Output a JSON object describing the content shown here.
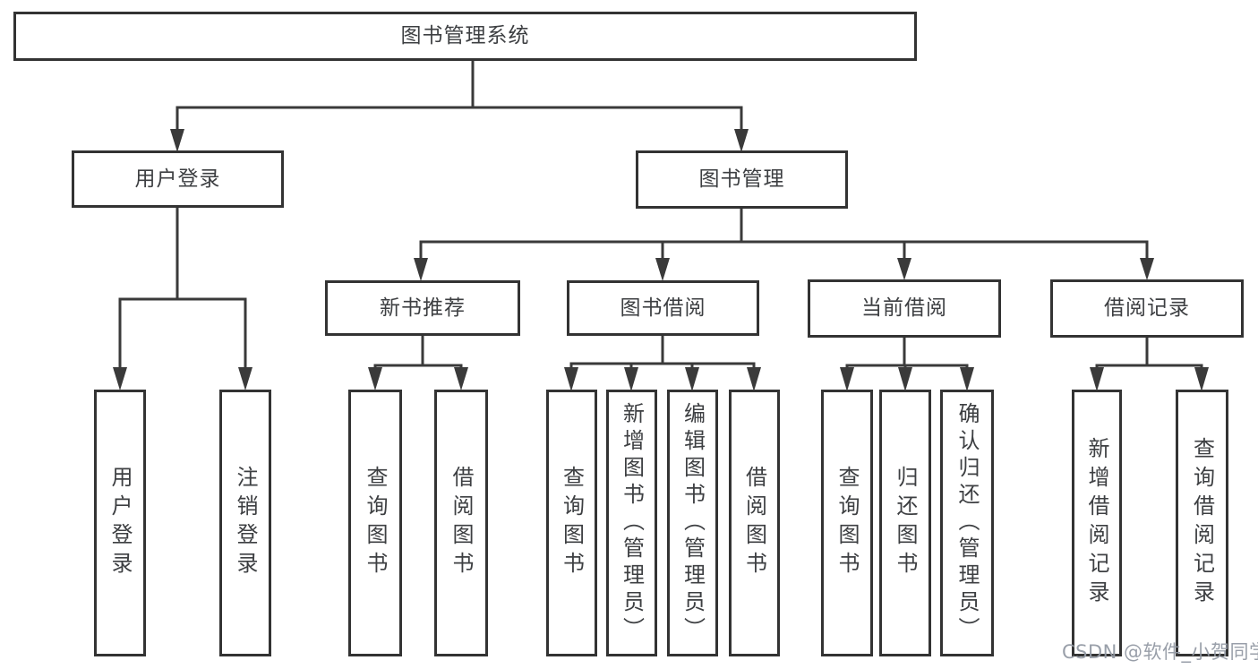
{
  "diagram": {
    "title": "图书管理系统",
    "watermark": "CSDN @软件_小贺同学",
    "colors": {
      "background": "#ffffff",
      "line": "#3a3a3a",
      "border": "#333333",
      "text": "#3d3f42",
      "watermark": "#949aa4"
    },
    "nodes": {
      "root": {
        "label": "图书管理系统"
      },
      "level2": [
        {
          "id": "user-login",
          "label": "用户登录"
        },
        {
          "id": "book-management",
          "label": "图书管理"
        }
      ],
      "level3": [
        {
          "id": "new-book-recommend",
          "label": "新书推荐",
          "parent": "book-management"
        },
        {
          "id": "book-borrow",
          "label": "图书借阅",
          "parent": "book-management"
        },
        {
          "id": "current-borrow",
          "label": "当前借阅",
          "parent": "book-management"
        },
        {
          "id": "borrow-records",
          "label": "借阅记录",
          "parent": "book-management"
        }
      ],
      "leaves": [
        {
          "label": "用户登录",
          "parent": "user-login"
        },
        {
          "label": "注销登录",
          "parent": "user-login"
        },
        {
          "label": "查询图书",
          "parent": "new-book-recommend"
        },
        {
          "label": "借阅图书",
          "parent": "new-book-recommend"
        },
        {
          "label": "查询图书",
          "parent": "book-borrow"
        },
        {
          "label": "新增图书（管理员）",
          "parent": "book-borrow"
        },
        {
          "label": "编辑图书（管理员）",
          "parent": "book-borrow"
        },
        {
          "label": "借阅图书",
          "parent": "book-borrow"
        },
        {
          "label": "查询图书",
          "parent": "current-borrow"
        },
        {
          "label": "归还图书",
          "parent": "current-borrow"
        },
        {
          "label": "确认归还（管理员）",
          "parent": "current-borrow"
        },
        {
          "label": "新增借阅记录",
          "parent": "borrow-records"
        },
        {
          "label": "查询借阅记录",
          "parent": "borrow-records"
        }
      ]
    }
  }
}
